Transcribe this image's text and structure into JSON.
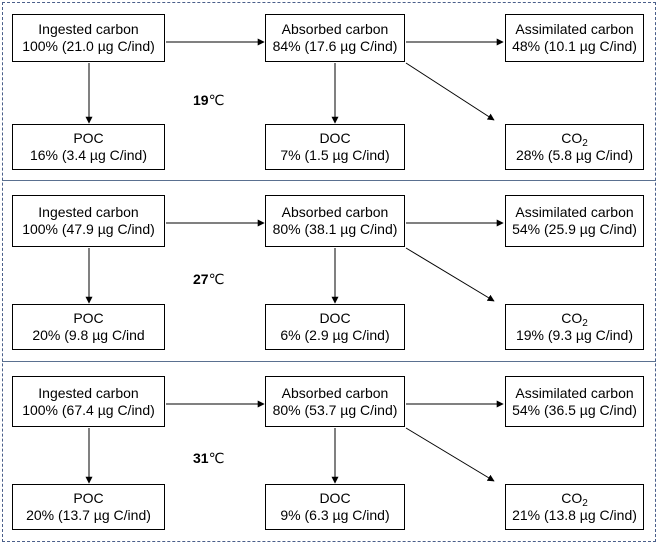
{
  "panels": [
    {
      "temperature": "19",
      "unit": "℃",
      "ingested": {
        "label": "Ingested carbon",
        "value": "100% (21.0 µg C/ind)"
      },
      "absorbed": {
        "label": "Absorbed carbon",
        "value": "84% (17.6 µg C/ind)"
      },
      "assimilated": {
        "label": "Assimilated carbon",
        "value": "48% (10.1 µg C/ind)"
      },
      "poc": {
        "label": "POC",
        "value": "16% (3.4 µg C/ind)"
      },
      "doc": {
        "label": "DOC",
        "value": "7% (1.5 µg C/ind)"
      },
      "co2": {
        "label_main": "CO",
        "label_sub": "2",
        "value": "28% (5.8 µg C/ind)"
      }
    },
    {
      "temperature": "27",
      "unit": "℃",
      "ingested": {
        "label": "Ingested carbon",
        "value": "100% (47.9 µg C/ind)"
      },
      "absorbed": {
        "label": "Absorbed carbon",
        "value": "80% (38.1 µg C/ind)"
      },
      "assimilated": {
        "label": "Assimilated carbon",
        "value": "54% (25.9 µg C/ind)"
      },
      "poc": {
        "label": "POC",
        "value": "20% (9.8 µg C/ind"
      },
      "doc": {
        "label": "DOC",
        "value": "6% (2.9 µg C/ind)"
      },
      "co2": {
        "label_main": "CO",
        "label_sub": "2",
        "value": "19% (9.3 µg C/ind)"
      }
    },
    {
      "temperature": "31",
      "unit": "℃",
      "ingested": {
        "label": "Ingested carbon",
        "value": "100% (67.4 µg C/ind)"
      },
      "absorbed": {
        "label": "Absorbed carbon",
        "value": "80% (53.7 µg C/ind)"
      },
      "assimilated": {
        "label": "Assimilated carbon",
        "value": "54% (36.5 µg C/ind)"
      },
      "poc": {
        "label": "POC",
        "value": "20% (13.7 µg C/ind)"
      },
      "doc": {
        "label": "DOC",
        "value": "9% (6.3 µg C/ind)"
      },
      "co2": {
        "label_main": "CO",
        "label_sub": "2",
        "value": "21% (13.8 µg C/ind)"
      }
    }
  ],
  "colors": {
    "border": "#4a5f8a",
    "separator": "#5a7090",
    "box_border": "#000000",
    "arrow": "#000000"
  }
}
